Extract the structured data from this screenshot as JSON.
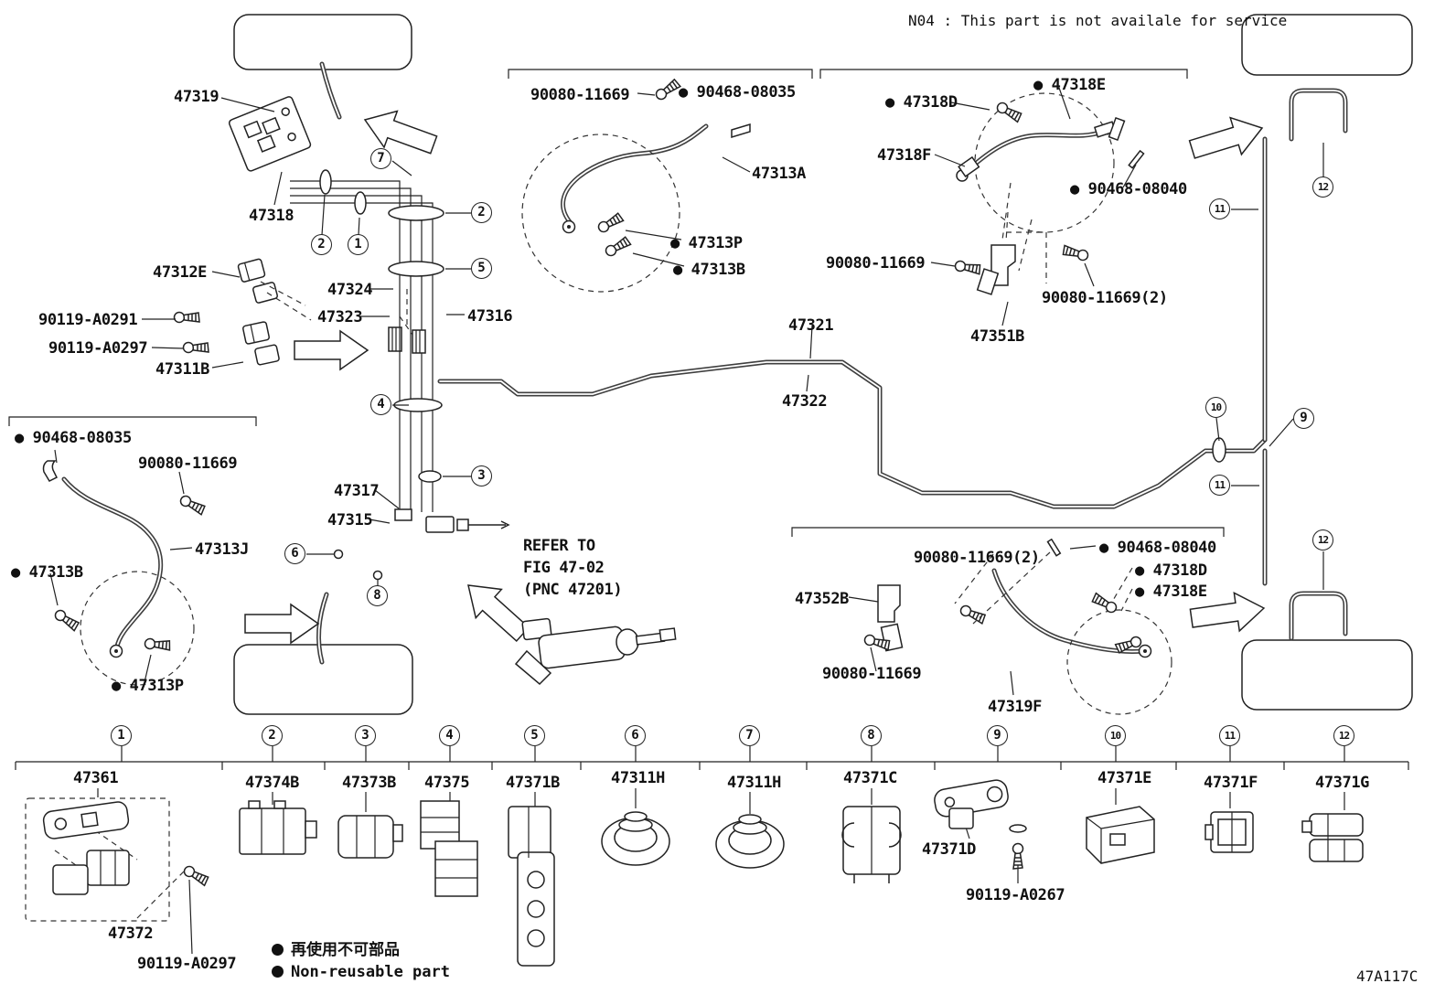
{
  "header": {
    "note": "N04 :  This part is not availale for service"
  },
  "footer": {
    "code": "47A117C"
  },
  "notes": {
    "jp": "再使用不可部品",
    "en": "Non-reusable part"
  },
  "labels": [
    "47319",
    "47318",
    "47312E",
    "90119-A0291",
    "90119-A0297",
    "47311B",
    "90080-11669",
    "● 90468-08035",
    "47313A",
    "● 47313P",
    "● 47313B",
    "● 47318E",
    "● 47318D",
    "47318F",
    "● 90468-08040",
    "90080-11669",
    "90080-11669(2)",
    "47351B",
    "47321",
    "47322",
    "47324",
    "47323",
    "47316",
    "47317",
    "47315",
    "REFER TO",
    "FIG 47-02",
    "(PNC 47201)",
    "● 90468-08035",
    "90080-11669",
    "47313J",
    "● 47313B",
    "● 47313P",
    "90080-11669(2)",
    "● 90468-08040",
    "● 47318D",
    "● 47318E",
    "47352B",
    "90080-11669",
    "47319F"
  ],
  "callouts": [
    "7",
    "2",
    "1",
    "2",
    "5",
    "4",
    "3",
    "6",
    "8",
    "11",
    "12",
    "10",
    "9",
    "11",
    "12"
  ],
  "legend": {
    "sections": [
      {
        "n": "1",
        "parts": [
          "47361",
          "47372",
          "90119-A0297"
        ]
      },
      {
        "n": "2",
        "parts": [
          "47374B"
        ]
      },
      {
        "n": "3",
        "parts": [
          "47373B"
        ]
      },
      {
        "n": "4",
        "parts": [
          "47375"
        ]
      },
      {
        "n": "5",
        "parts": [
          "47371B"
        ]
      },
      {
        "n": "6",
        "parts": [
          "47311H"
        ]
      },
      {
        "n": "7",
        "parts": [
          "47311H"
        ]
      },
      {
        "n": "8",
        "parts": [
          "47371C"
        ]
      },
      {
        "n": "9",
        "parts": [
          "47371D",
          "90119-A0267"
        ]
      },
      {
        "n": "10",
        "parts": [
          "47371E"
        ]
      },
      {
        "n": "11",
        "parts": [
          "47371F"
        ]
      },
      {
        "n": "12",
        "parts": [
          "47371G"
        ]
      }
    ]
  }
}
